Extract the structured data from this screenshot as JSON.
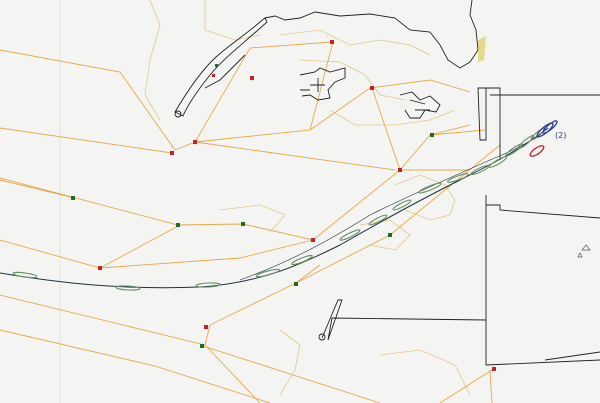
{
  "map": {
    "labels": {
      "vessel_group": "(2)"
    },
    "colors": {
      "background": "#f4f4f2",
      "paper_edge": "#e2e2e2",
      "grid_line": "#e7a84a",
      "contour": "#e2c88a",
      "shoreline": "#222222",
      "channel_track": "#1f3040",
      "vessel_outline": "#6a8f6a",
      "marker_red": "#c0232a",
      "marker_green": "#1f6b2a",
      "highlight_blue": "#2b3a9a",
      "highlight_red": "#c3242a",
      "accent_yellow": "#d6c94a"
    },
    "marker_kinds": {
      "red": "red-channel-marker",
      "green": "green-channel-marker"
    }
  }
}
